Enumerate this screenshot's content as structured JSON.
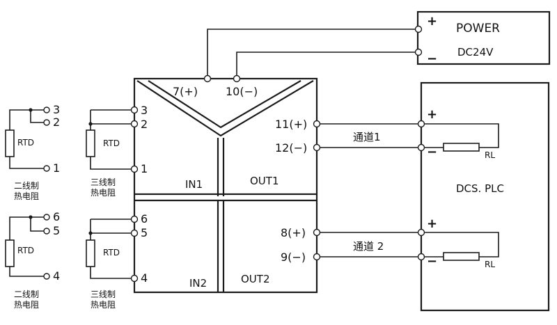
{
  "power": {
    "title": "POWER",
    "voltage": "DC24V",
    "plus": "+",
    "minus": "−"
  },
  "module": {
    "supply_pos": "7(+)",
    "supply_neg": "10(−)",
    "in1": "IN1",
    "in2": "IN2",
    "out1": "OUT1",
    "out2": "OUT2",
    "in1_pins": [
      "3",
      "2",
      "1"
    ],
    "in2_pins": [
      "6",
      "5",
      "4"
    ],
    "out1_pos": "11(+)",
    "out1_neg": "12(−)",
    "out2_pos": "8(+)",
    "out2_neg": "9(−)"
  },
  "channels": {
    "ch1": "通道1",
    "ch2": "通道 2"
  },
  "dcs": {
    "label": "DCS. PLC",
    "plus": "+",
    "minus": "−",
    "rl": "RL"
  },
  "sensors": {
    "rtd": "RTD",
    "two_wire_line1": "二线制",
    "two_wire_line2": "热电阻",
    "three_wire_line1": "三线制",
    "three_wire_line2": "热电阻",
    "top_pins": [
      "3",
      "2",
      "1"
    ],
    "bottom_pins": [
      "6",
      "5",
      "4"
    ]
  }
}
